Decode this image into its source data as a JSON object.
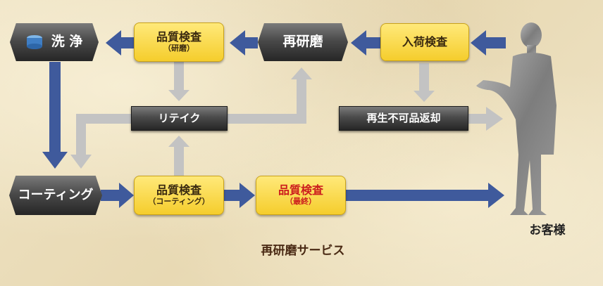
{
  "boxes": {
    "wash": "洗 浄",
    "qc_polish": {
      "main": "品質検査",
      "sub": "（研磨）"
    },
    "repolish": "再研磨",
    "incoming": "入荷検査",
    "retake": "リテイク",
    "return": "再生不可品返却",
    "coating": "コーティング",
    "qc_coating": {
      "main": "品質検査",
      "sub": "（コーティング）"
    },
    "qc_final": {
      "main": "品質検査",
      "sub": "（最終）"
    }
  },
  "customer_label": "お客様",
  "title": "再研磨サービス",
  "colors": {
    "blue_arrow": "#3f5a9c",
    "gray_arrow": "#c3c3c3",
    "highlight_red": "#cc1e1e"
  }
}
